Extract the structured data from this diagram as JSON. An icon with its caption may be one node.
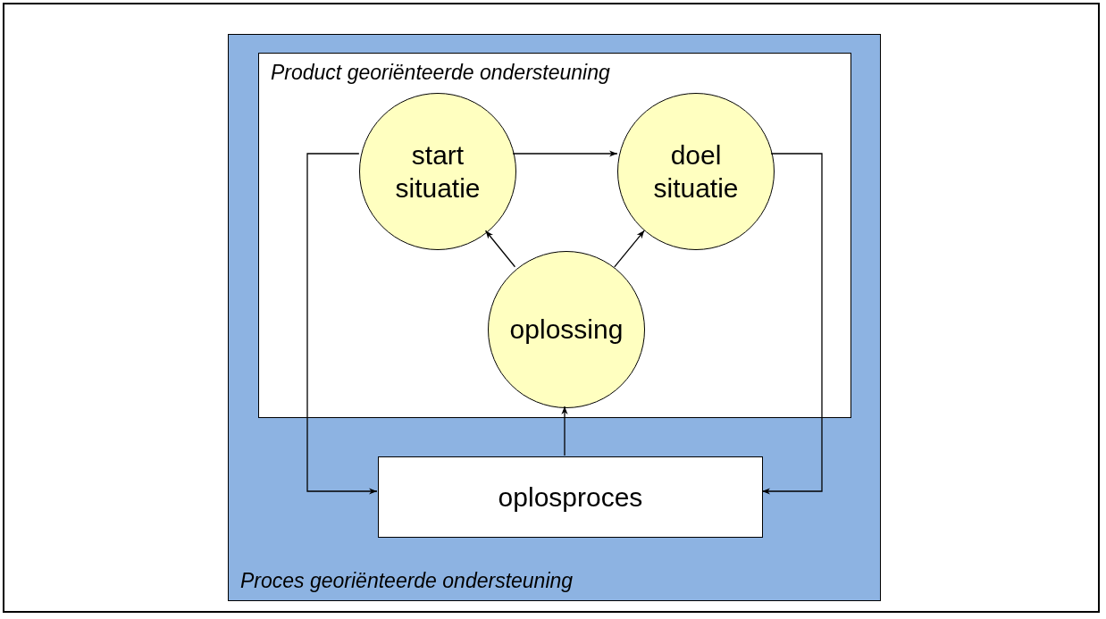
{
  "diagram": {
    "nodes": [
      {
        "text": [
          "Proces georiënteerde ondersteuning"
        ]
      },
      {
        "text": [
          "Product georiënteerde ondersteuning"
        ],
        "in": 0
      },
      {
        "text": [
          "start situatie"
        ],
        "in": 1
      },
      {
        "text": [
          "doel situatie"
        ],
        "in": 1
      },
      {
        "text": [
          "oplossing"
        ],
        "in": 1
      },
      {
        "text": [
          "oplosproces"
        ],
        "in": 0
      }
    ],
    "edges": [
      {
        "from": 2,
        "to": 3,
        "arrow": "to"
      },
      {
        "from": 4,
        "to": 2,
        "arrow": "to"
      },
      {
        "from": 4,
        "to": 3,
        "arrow": "to"
      },
      {
        "from": 5,
        "to": 4,
        "arrow": "to"
      },
      {
        "from": 2,
        "to": 5,
        "arrow": "to"
      },
      {
        "from": 3,
        "to": 5,
        "arrow": "to"
      }
    ]
  }
}
